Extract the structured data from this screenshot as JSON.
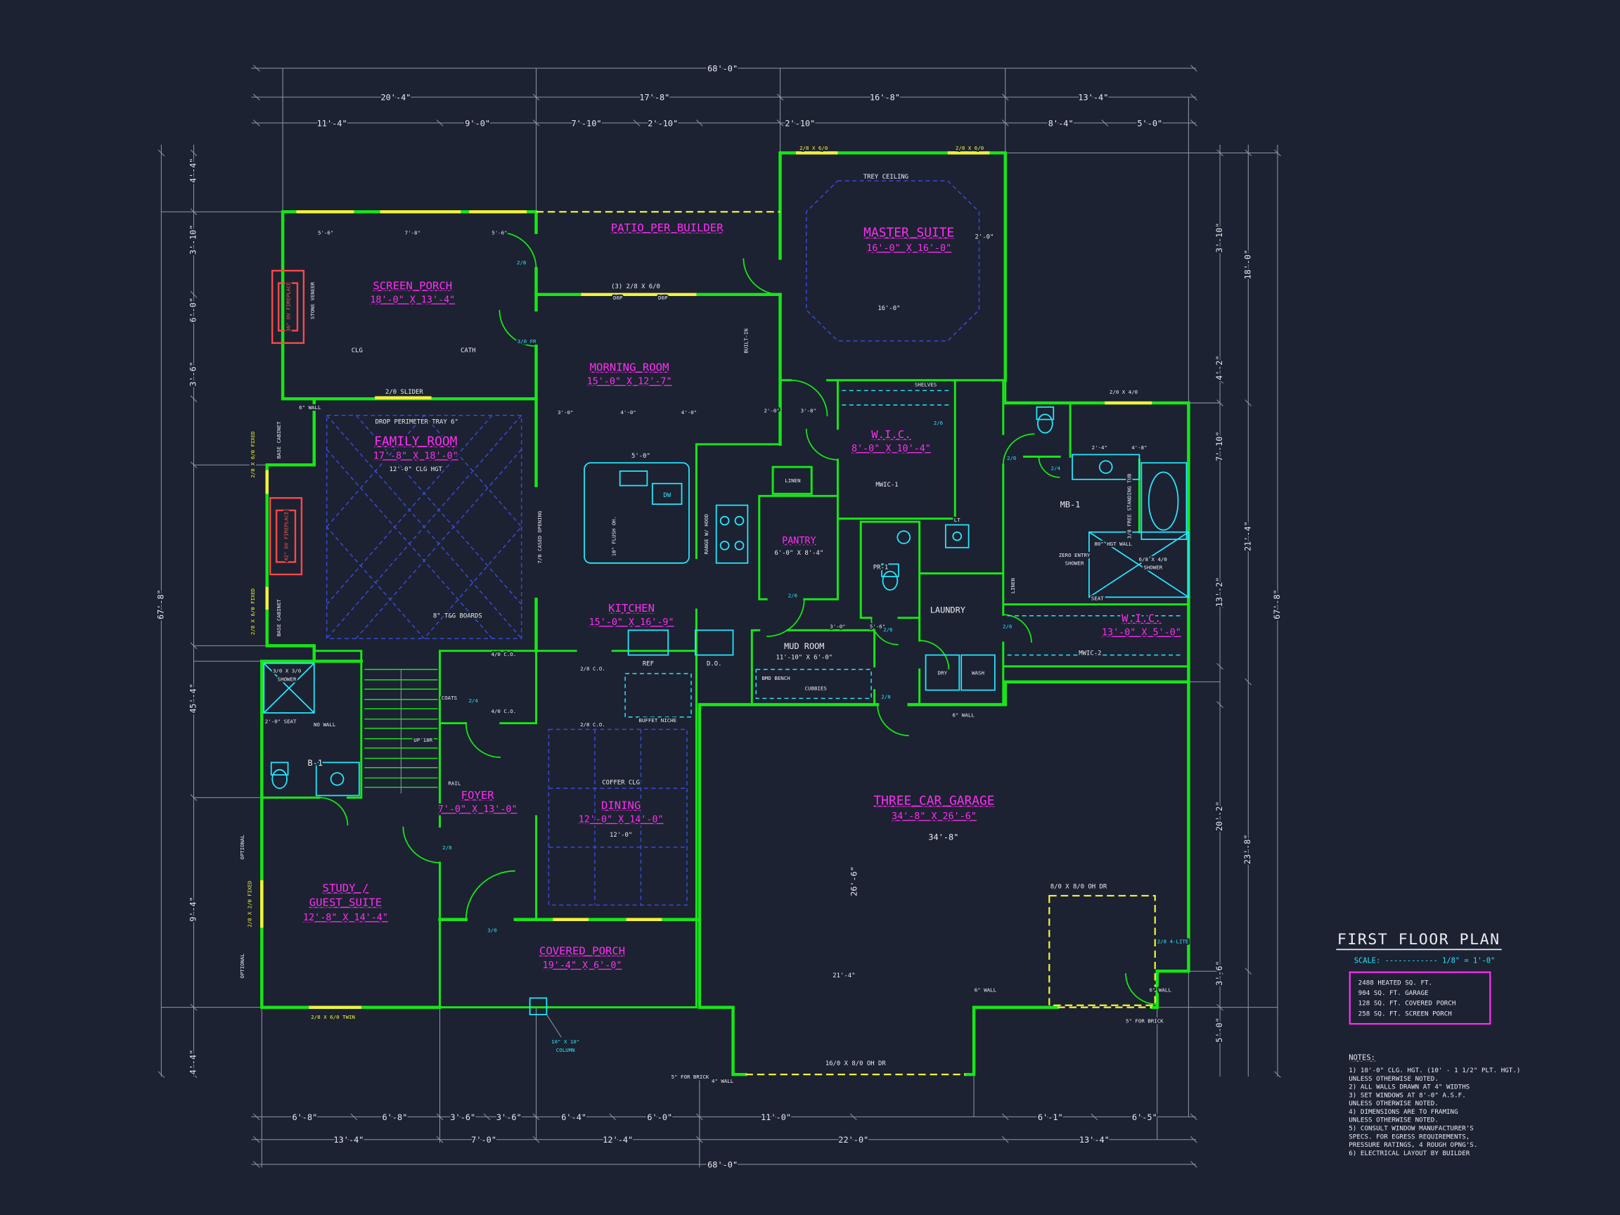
{
  "rooms": {
    "patio": {
      "label": "PATIO PER BUILDER"
    },
    "screen": {
      "label": "SCREEN PORCH",
      "dims": "18'-0\" X 13'-4\""
    },
    "master": {
      "label": "MASTER SUITE",
      "dims": "16'-0\" X 16'-0\""
    },
    "morning": {
      "label": "MORNING ROOM",
      "dims": "15'-0\" X 12'-7\""
    },
    "family": {
      "label": "FAMILY ROOM",
      "dims": "17'-8\" X 18'-0\""
    },
    "wic1": {
      "label": "W.I.C.",
      "dims": "8'-0\" X 10'-4\"",
      "tag": "MWIC-1"
    },
    "kitchen": {
      "label": "KITCHEN",
      "dims": "15'-0\" X 16'-9\""
    },
    "pantry": {
      "label": "PANTRY",
      "dims": "6'-0\" X 8'-4\""
    },
    "laundry": {
      "label": "LAUNDRY"
    },
    "mud": {
      "label": "MUD ROOM",
      "dims": "11'-10\" X 6'-0\""
    },
    "wic2": {
      "label": "W.I.C.",
      "dims": "13'-0\" X 5'-0\"",
      "tag": "MWIC-2"
    },
    "foyer": {
      "label": "FOYER",
      "dims": "7'-0\" X 13'-0\""
    },
    "dining": {
      "label": "DINING",
      "dims": "12'-0\" X 14'-0\"",
      "clg": "COFFER CLG",
      "w": "12'-0\""
    },
    "garage": {
      "label": "THREE CAR GARAGE",
      "dims": "34'-8\" X 26'-6\"",
      "w": "34'-8\"",
      "d": "26'-6\""
    },
    "study": {
      "label1": "STUDY /",
      "label2": "GUEST SUITE",
      "dims": "12'-8\" X 14'-4\""
    },
    "porch": {
      "label": "COVERED PORCH",
      "dims": "19'-4\" X 6'-0\""
    },
    "mb": {
      "tag": "MB-1"
    },
    "b1": {
      "tag": "B-1"
    },
    "pr": {
      "tag": "PR-1"
    }
  },
  "ann": {
    "trey": "TREY CEILING",
    "m16": "16'-0\"",
    "m20": "2'-0\"",
    "clg": "CLG",
    "cath": "CATH",
    "slider": "2/0 SLIDER",
    "wall6": "6\" WALL",
    "wall4": "4\" WALL",
    "drop": "DROP PERIMETER TRAY 6\"",
    "famclg": "12'-0\" CLG HGT",
    "tg": "8\" T&G BOARDS",
    "cased": "7/0 CASED OPENING",
    "stone": "STONE VENEER",
    "fp36": "36\" DV FIREPLACE",
    "fp42": "42\" DV FIREPLACE",
    "basecab": "BASE CABINET",
    "fixed": "2/8 X 6/0 FIXED",
    "fixed2": "2/8 X 2/0 FIXED",
    "optional": "OPTIONAL",
    "twin": "2/8 X 6/0 TWIN",
    "w2860": "2/8 X 6/0",
    "w2040": "2/0 X 4/0",
    "morn3": "(3) 2/8 X 6/0",
    "d6p": "D6P",
    "p56": "5'-6\"",
    "p78": "7'-8\"",
    "shelves": "SHELVES",
    "linen": "LINEN",
    "flush": "10\" FLUSH OH.",
    "range": "RANGE W/ HOOD",
    "dw": "DW",
    "i50": "5'-0\"",
    "ref": "REF",
    "do_": "D.O.",
    "co40": "4/0 C.O.",
    "co28": "2/8 C.O.",
    "buffet": "BUFFET NICHE",
    "coats": "COATS",
    "up": "UP 18R",
    "rail": "RAIL",
    "shb1a": "3/0 X 3/0",
    "shb1b": "SHOWER",
    "seatb1": "2'-0\" SEAT",
    "nowall": "NO WALL",
    "bench": "BMD BENCH",
    "cubbies": "CUBBIES",
    "dry": "DRY",
    "wash": "WASH",
    "lt": "LT",
    "tub": "3/8 FREE STANDING TUB",
    "zero1": "ZERO ENTRY",
    "zero2": "SHOWER",
    "shmb1": "6/8 X 4/0",
    "shmb2": "SHOWER",
    "hgt80": "80\" HGT WALL",
    "seat": "SEAT",
    "v24": "2'-4\"",
    "v48": "4'-8\"",
    "wd20": "2'-0\"",
    "wd38": "3'-8\"",
    "md30": "3'-0\"",
    "md40": "4'-0\"",
    "ld30": "3'-0\"",
    "ld56": "5'-6\"",
    "oh16": "16/0 X 8/0 OH DR",
    "oh8": "8/0 X 8/0 OH DR",
    "apron": "21'-4\"",
    "lite": "2/8 4-LITE",
    "brick": "5\" FOR BRICK",
    "col1": "10\" X 10\"",
    "col2": "COLUMN",
    "builtin": "BUILT-IN",
    "d28": "2/8",
    "d26": "2/6",
    "d24": "2/4",
    "d30fr": "3/0 FR",
    "d30": "3/0"
  },
  "dims": {
    "top1": [
      "68'-0\""
    ],
    "top2": [
      "20'-4\"",
      "17'-8\"",
      "16'-8\"",
      "13'-4\""
    ],
    "top3": [
      "11'-4\"",
      "9'-0\"",
      "7'-10\"",
      "2'-10\"",
      "2'-10\"",
      "8'-4\"",
      "5'-0\""
    ],
    "bot1": [
      "6'-8\"",
      "6'-8\"",
      "3'-6\"",
      "3'-6\"",
      "6'-4\"",
      "6'-0\"",
      "11'-0\"",
      "6'-1\"",
      "6'-5\""
    ],
    "bot2": [
      "13'-4\"",
      "7'-0\"",
      "12'-4\"",
      "22'-0\"",
      "13'-4\""
    ],
    "bot3": [
      "68'-0\""
    ],
    "left_outer": "67'-8\"",
    "left": [
      "4'-4\"",
      "3'-10\"",
      "6'-0\"",
      "3'-6\"",
      "45'-4\"",
      "9'-4\"",
      "4'-4\""
    ],
    "right_outer": "67'-8\"",
    "right1": [
      "3'-10\"",
      "4'-2\"",
      "7'-10\"",
      "13'-2\"",
      "20'-2\"",
      "3'-6\"",
      "5'-0\""
    ],
    "right2": [
      "18'-0\"",
      "21'-4\"",
      "23'-8\""
    ]
  },
  "title_block": {
    "title": "FIRST FLOOR PLAN",
    "scale": "SCALE: ------------ 1/8\" = 1'-0\"",
    "areas": [
      "2488 HEATED SQ. FT.",
      "904 SQ. FT. GARAGE",
      "128 SQ. FT. COVERED PORCH",
      "258 SQ. FT. SCREEN PORCH"
    ],
    "notes_title": "NOTES:",
    "notes": [
      "1)  10'-0\" CLG. HGT. (10' - 1 1/2\" PLT. HGT.)",
      "      UNLESS OTHERWISE NOTED.",
      "2)  ALL WALLS DRAWN AT 4\" WIDTHS",
      "3)  SET WINDOWS AT 8'-0\" A.S.F.",
      "      UNLESS OTHERWISE NOTED.",
      "4)  DIMENSIONS ARE TO FRAMING",
      "      UNLESS OTHERWISE NOTED.",
      "5)  CONSULT WINDOW MANUFACTURER'S",
      "      SPECS. FOR EGRESS REQUIREMENTS,",
      "      PRESSURE RATINGS, 4 ROUGH OPNG'S.",
      "6)  ELECTRICAL LAYOUT BY BUILDER"
    ]
  }
}
